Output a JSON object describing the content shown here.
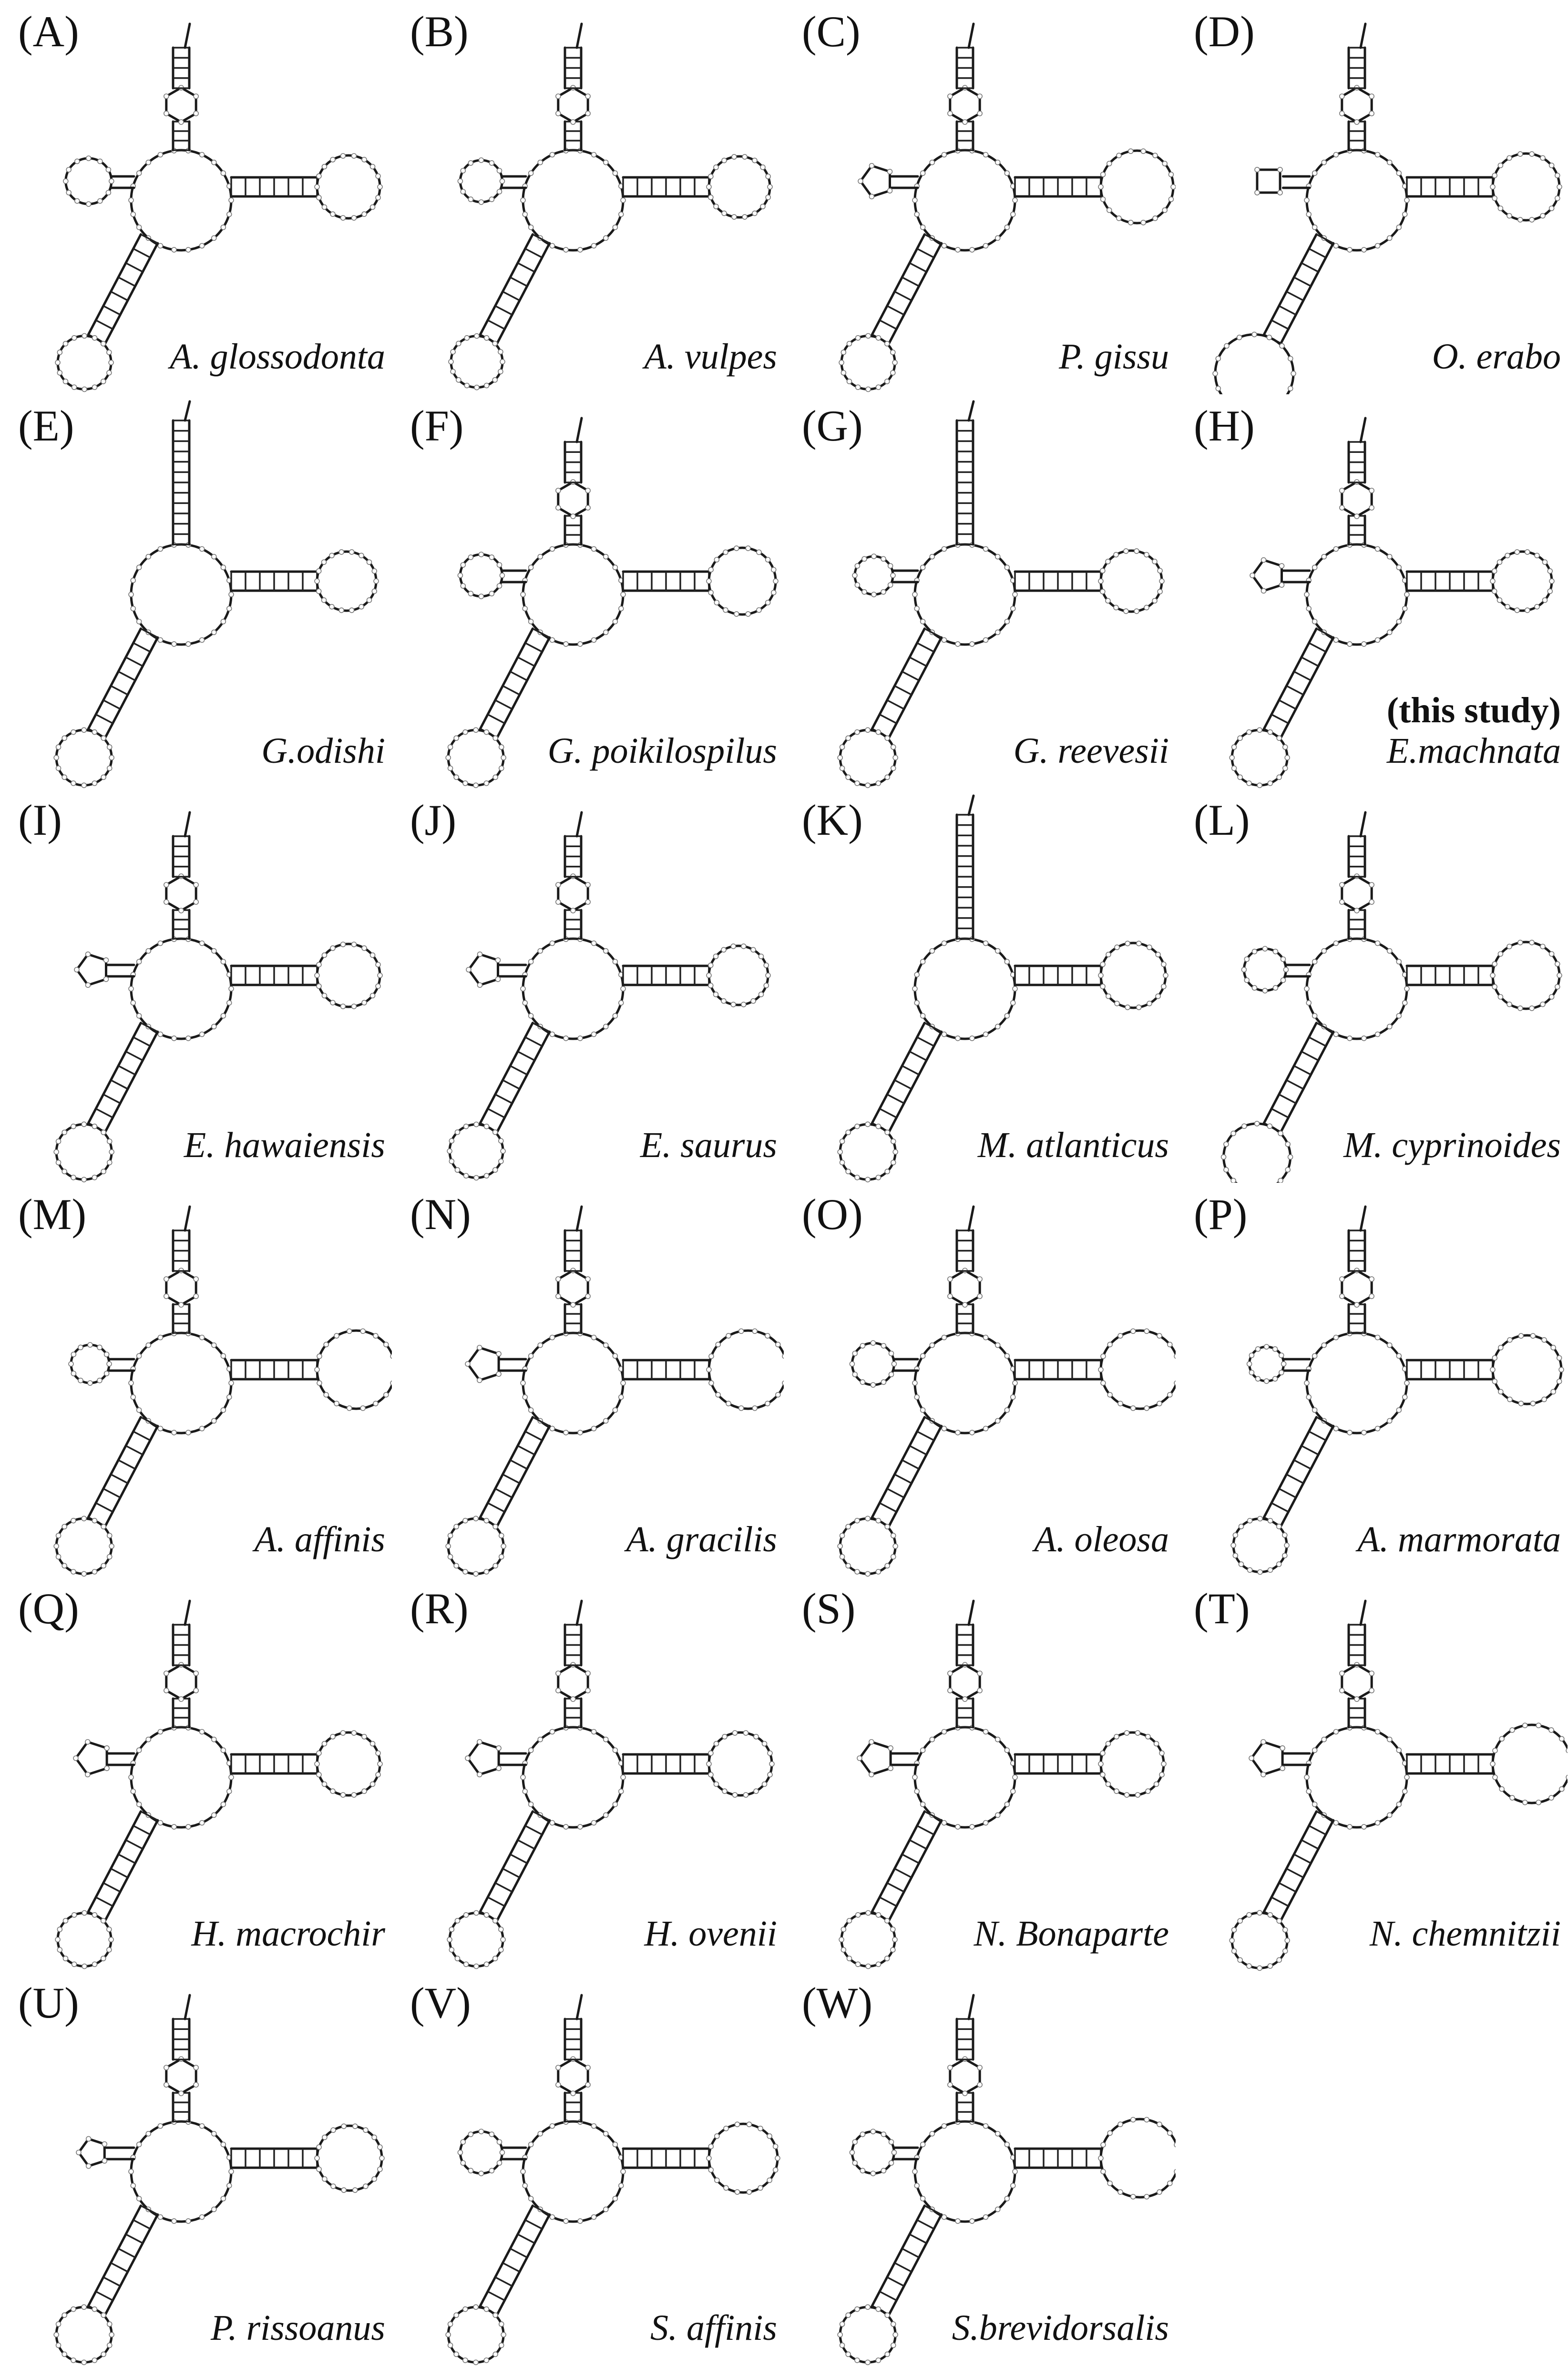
{
  "panels": [
    {
      "label": "(A)",
      "species": "A. glossodonta"
    },
    {
      "label": "(B)",
      "species": "A. vulpes"
    },
    {
      "label": "(C)",
      "species": "P. gissu"
    },
    {
      "label": "(D)",
      "species": "O. erabo"
    },
    {
      "label": "(E)",
      "species": "G.odishi"
    },
    {
      "label": "(F)",
      "species": "G. poikilospilus"
    },
    {
      "label": "(G)",
      "species": "G. reevesii"
    },
    {
      "label": "(H)",
      "species": "E.machnata",
      "note": "(this study)"
    },
    {
      "label": "(I)",
      "species": "E. hawaiensis"
    },
    {
      "label": "(J)",
      "species": "E. saurus"
    },
    {
      "label": "(K)",
      "species": "M. atlanticus"
    },
    {
      "label": "(L)",
      "species": "M. cyprinoides"
    },
    {
      "label": "(M)",
      "species": "A. affinis"
    },
    {
      "label": "(N)",
      "species": "A. gracilis"
    },
    {
      "label": "(O)",
      "species": "A. oleosa"
    },
    {
      "label": "(P)",
      "species": "A. marmorata"
    },
    {
      "label": "(Q)",
      "species": "H. macrochir"
    },
    {
      "label": "(R)",
      "species": "H. ovenii"
    },
    {
      "label": "(S)",
      "species": "N. Bonaparte"
    },
    {
      "label": "(T)",
      "species": "N. chemnitzii"
    },
    {
      "label": "(U)",
      "species": "P. rissoanus"
    },
    {
      "label": "(V)",
      "species": "S. affinis"
    },
    {
      "label": "(W)",
      "species": "S.brevidorsalis"
    }
  ]
}
